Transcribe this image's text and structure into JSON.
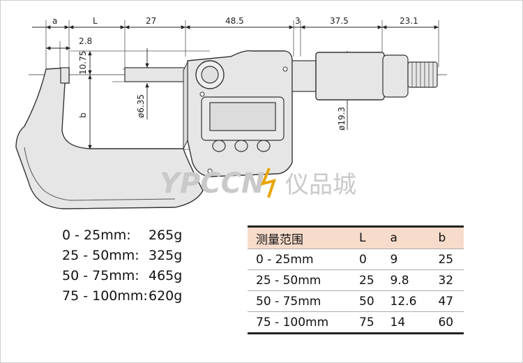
{
  "dimensions": {
    "a": "a",
    "L": "L",
    "d27": "27",
    "d48_5": "48.5",
    "d3": "3",
    "d37_5": "37.5",
    "d23_1": "23.1",
    "d2_8": "2.8",
    "d10_75": "10.75",
    "b": "b",
    "d6_35": "ø6.35",
    "d19_3": "ø19.3"
  },
  "watermark": {
    "latin": "YPCCN",
    "chinese": "仪品城"
  },
  "weights": [
    {
      "range": "0 - 25mm:",
      "weight": "265g"
    },
    {
      "range": "25 - 50mm:",
      "weight": "325g"
    },
    {
      "range": "50 - 75mm:",
      "weight": "465g"
    },
    {
      "range": "75 - 100mm:",
      "weight": "620g"
    }
  ],
  "spec_table": {
    "headers": [
      "测量范围",
      "L",
      "a",
      "b"
    ],
    "rows": [
      [
        "0 - 25mm",
        "0",
        "9",
        "25"
      ],
      [
        "25 - 50mm",
        "25",
        "9.8",
        "32"
      ],
      [
        "50 - 75mm",
        "50",
        "12.6",
        "47"
      ],
      [
        "75 - 100mm",
        "75",
        "14",
        "60"
      ]
    ]
  },
  "colors": {
    "body_fill": "#e6e6e6",
    "outline": "#333333",
    "watermark": "#c9c9c9",
    "table_header": "#f7dccb",
    "watermark_accent": "#e8a500"
  }
}
